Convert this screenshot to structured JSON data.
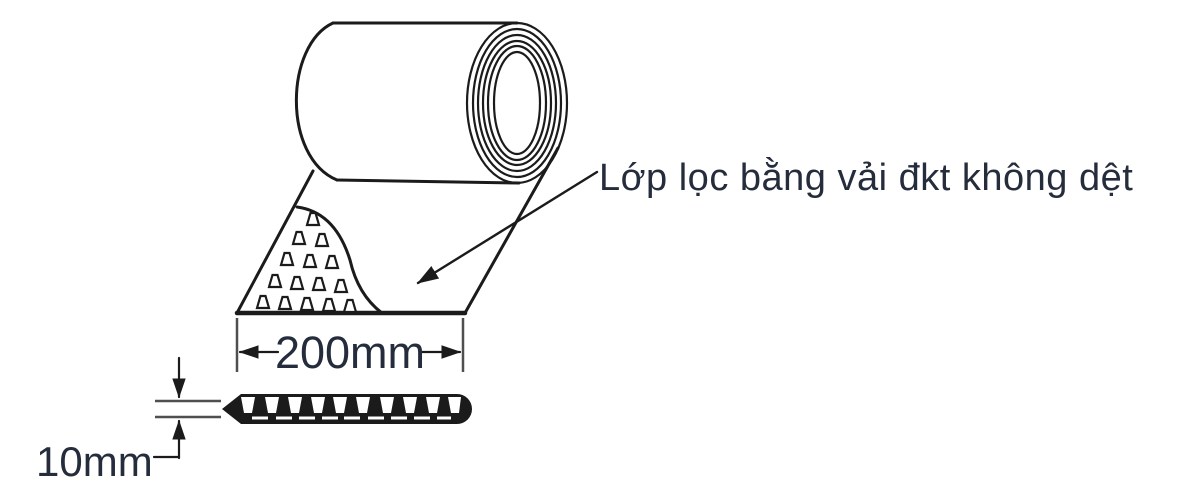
{
  "figure": {
    "type": "technical-diagram",
    "subject": "geotextile-filter-roll",
    "annotation": "Lớp lọc bằng vải đkt không dệt",
    "dimensions": {
      "width_label": "200mm",
      "thickness_label": "10mm"
    },
    "colors": {
      "line": "#1b1b1b",
      "text": "#252c3c",
      "extension_line": "#4f4f4f",
      "background": "#ffffff"
    }
  }
}
